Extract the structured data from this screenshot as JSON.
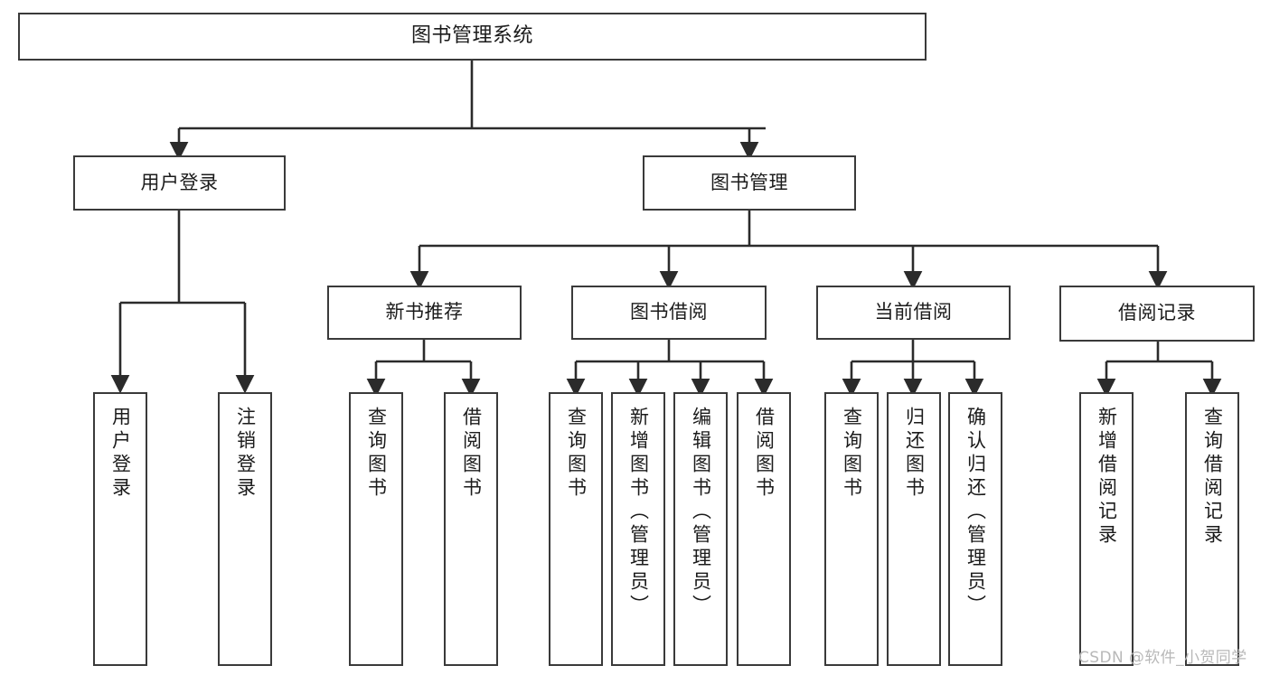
{
  "diagram": {
    "type": "tree-hierarchy",
    "title": "图书管理系统",
    "watermark": "CSDN @软件_小贺同学",
    "colors": {
      "node_border": "#3a3a3a",
      "node_fill": "#ffffff",
      "edge": "#2b2b2b",
      "text": "#1b1b1b",
      "watermark": "#b8b8b8",
      "background": "#ffffff"
    },
    "levels": [
      {
        "level": 1,
        "nodes": [
          {
            "id": "root",
            "label": "图书管理系统",
            "orientation": "horizontal"
          }
        ]
      },
      {
        "level": 2,
        "nodes": [
          {
            "id": "user-login",
            "label": "用户登录",
            "orientation": "horizontal",
            "parent": "root"
          },
          {
            "id": "book-manage",
            "label": "图书管理",
            "orientation": "horizontal",
            "parent": "root"
          }
        ]
      },
      {
        "level": 3,
        "nodes": [
          {
            "id": "new-book-recommend",
            "label": "新书推荐",
            "orientation": "horizontal",
            "parent": "book-manage"
          },
          {
            "id": "book-borrow",
            "label": "图书借阅",
            "orientation": "horizontal",
            "parent": "book-manage"
          },
          {
            "id": "current-borrow",
            "label": "当前借阅",
            "orientation": "horizontal",
            "parent": "book-manage"
          },
          {
            "id": "borrow-record",
            "label": "借阅记录",
            "orientation": "horizontal",
            "parent": "book-manage"
          }
        ]
      },
      {
        "level": 4,
        "nodes": [
          {
            "id": "leaf-user-login",
            "label": "用户登录",
            "orientation": "vertical",
            "parent": "user-login"
          },
          {
            "id": "leaf-logout",
            "label": "注销登录",
            "orientation": "vertical",
            "parent": "user-login"
          },
          {
            "id": "leaf-query-book-1",
            "label": "查询图书",
            "orientation": "vertical",
            "parent": "new-book-recommend"
          },
          {
            "id": "leaf-borrow-book-1",
            "label": "借阅图书",
            "orientation": "vertical",
            "parent": "new-book-recommend"
          },
          {
            "id": "leaf-query-book-2",
            "label": "查询图书",
            "orientation": "vertical",
            "parent": "book-borrow"
          },
          {
            "id": "leaf-add-book",
            "label": "新增图书（管理员）",
            "orientation": "vertical",
            "parent": "book-borrow"
          },
          {
            "id": "leaf-edit-book",
            "label": "编辑图书（管理员）",
            "orientation": "vertical",
            "parent": "book-borrow"
          },
          {
            "id": "leaf-borrow-book-2",
            "label": "借阅图书",
            "orientation": "vertical",
            "parent": "book-borrow"
          },
          {
            "id": "leaf-query-book-3",
            "label": "查询图书",
            "orientation": "vertical",
            "parent": "current-borrow"
          },
          {
            "id": "leaf-return-book",
            "label": "归还图书",
            "orientation": "vertical",
            "parent": "current-borrow"
          },
          {
            "id": "leaf-confirm-return",
            "label": "确认归还（管理员）",
            "orientation": "vertical",
            "parent": "current-borrow"
          },
          {
            "id": "leaf-add-record",
            "label": "新增借阅记录",
            "orientation": "vertical",
            "parent": "borrow-record"
          },
          {
            "id": "leaf-query-record",
            "label": "查询借阅记录",
            "orientation": "vertical",
            "parent": "borrow-record"
          }
        ]
      }
    ]
  }
}
